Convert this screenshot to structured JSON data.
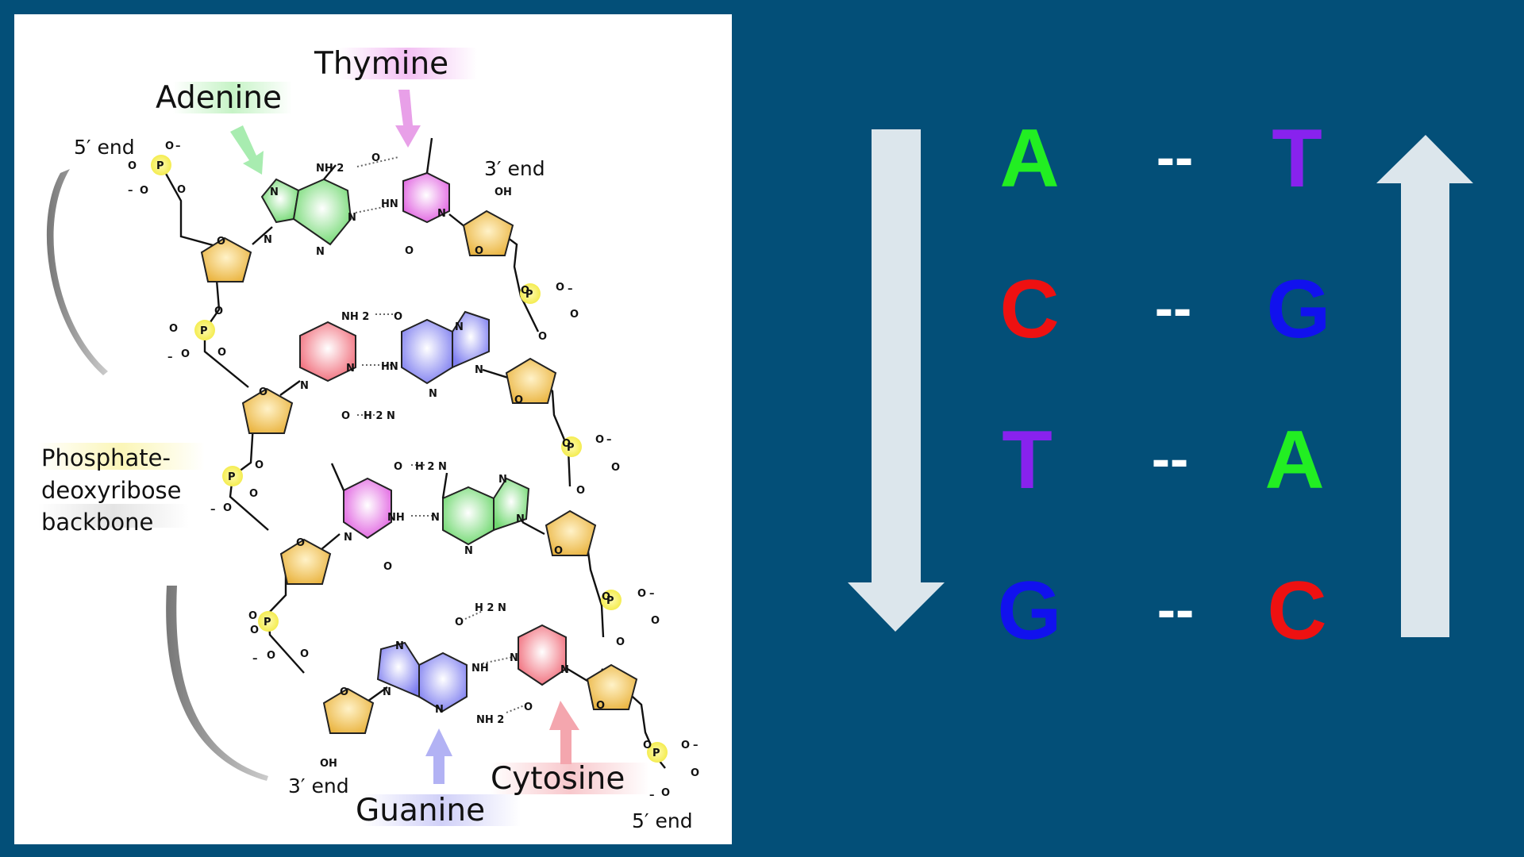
{
  "diagram": {
    "labels": {
      "adenine": "Adenine",
      "thymine": "Thymine",
      "guanine": "Guanine",
      "cytosine": "Cytosine",
      "backbone_line1": "Phosphate-",
      "backbone_line2": "deoxyribose",
      "backbone_line3": "backbone",
      "five_end_top": "5′ end",
      "three_end_top": "3′ end",
      "three_end_bottom": "3′ end",
      "five_end_bottom": "5′ end"
    },
    "atoms": {
      "n": "N",
      "o": "O",
      "p": "P",
      "hn": "HN",
      "nh": "NH",
      "oh": "OH",
      "nh2": "NH 2",
      "h2n": "H 2 N",
      "minus": "–"
    },
    "colors": {
      "adenine": "#7be07b",
      "thymine": "#e66ee6",
      "guanine": "#8c8cf2",
      "cytosine": "#f27a86",
      "sugar": "#f2c14e",
      "phosphate": "#f7f06a",
      "arrow": "#dce6ec",
      "background": "#034f78"
    }
  },
  "pairs": {
    "left": [
      "A",
      "C",
      "T",
      "G"
    ],
    "dash": "--",
    "right": [
      "T",
      "G",
      "A",
      "C"
    ],
    "letter_colors": {
      "A": "#22ee22",
      "T": "#8822ee",
      "C": "#ee1111",
      "G": "#1111ee"
    }
  }
}
